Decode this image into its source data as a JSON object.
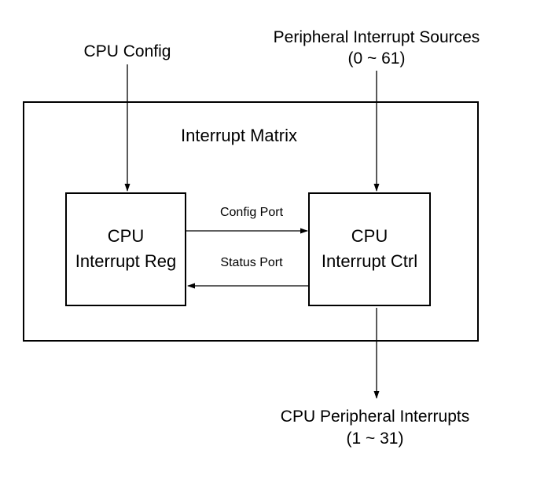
{
  "inputs": {
    "cpu_config": "CPU Config",
    "peripheral_sources_line1": "Peripheral Interrupt Sources",
    "peripheral_sources_line2": "(0 ~ 61)"
  },
  "matrix": {
    "title": "Interrupt Matrix"
  },
  "reg_block": {
    "line1": "CPU",
    "line2": "Interrupt Reg"
  },
  "ctrl_block": {
    "line1": "CPU",
    "line2": "Interrupt Ctrl"
  },
  "ports": {
    "config": "Config Port",
    "status": "Status Port"
  },
  "outputs": {
    "line1": "CPU Peripheral Interrupts",
    "line2": "(1 ~ 31)"
  }
}
